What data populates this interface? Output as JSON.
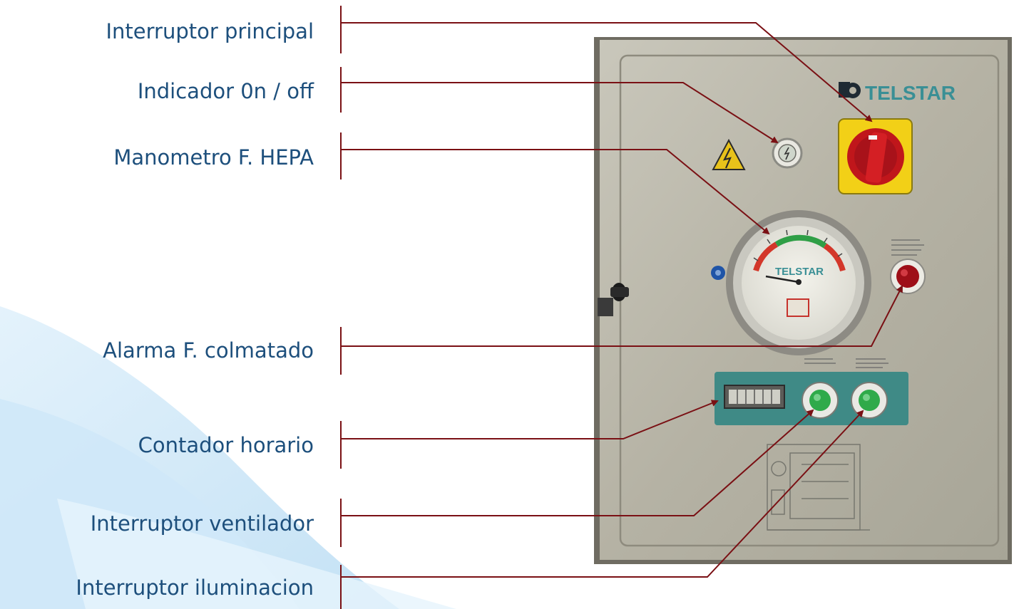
{
  "labels": {
    "main_switch": "Interruptor principal",
    "indicator": "Indicador 0n / off",
    "manometer": "Manometro F. HEPA",
    "alarm": "Alarma F. colmatado",
    "hour_counter": "Contador horario",
    "fan_switch": "Interruptor ventilador",
    "light_switch": "Interruptor iluminacion"
  },
  "panel": {
    "brand": "TELSTAR",
    "gauge_brand": "TELSTAR"
  },
  "colors": {
    "label_text": "#1d4f7c",
    "leader_line": "#7a1014",
    "panel_steel": "#b7b4a6",
    "switch_red": "#c0161b",
    "switch_yellow": "#f2d017",
    "button_green": "#2faa4a",
    "teal_plate": "#3f8a86"
  }
}
